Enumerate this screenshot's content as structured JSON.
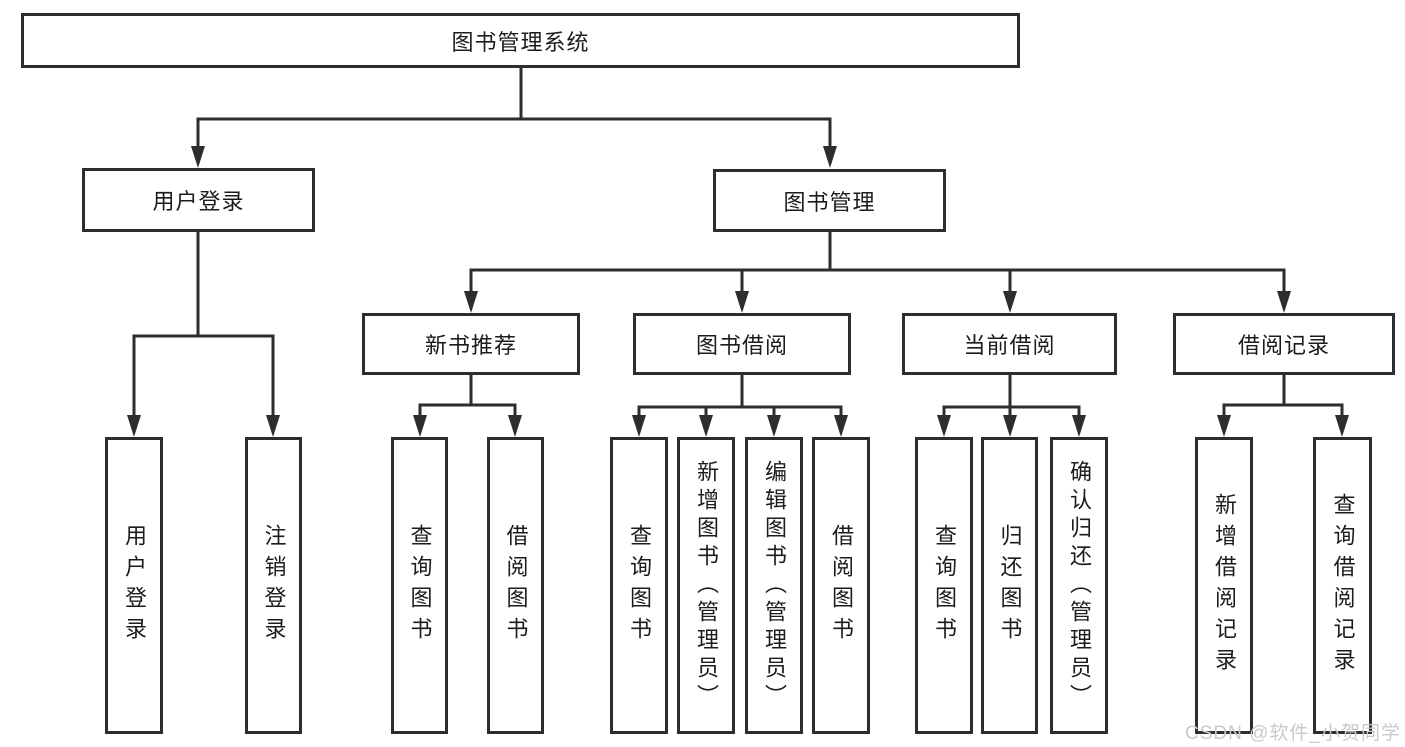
{
  "diagram": {
    "root": {
      "label": "图书管理系统"
    },
    "level2": [
      {
        "label": "用户登录"
      },
      {
        "label": "图书管理"
      }
    ],
    "level3": [
      {
        "label": "新书推荐"
      },
      {
        "label": "图书借阅"
      },
      {
        "label": "当前借阅"
      },
      {
        "label": "借阅记录"
      }
    ],
    "leaves": {
      "user_login": [
        "用户登录",
        "注销登录"
      ],
      "new_book_recommend": [
        "查询图书",
        "借阅图书"
      ],
      "book_borrow": [
        "查询图书",
        "新增图书（管理员）",
        "编辑图书（管理员）",
        "借阅图书"
      ],
      "current_borrow": [
        "查询图书",
        "归还图书",
        "确认归还（管理员）"
      ],
      "borrow_record": [
        "新增借阅记录",
        "查询借阅记录"
      ]
    },
    "watermark": "CSDN @软件_小贺同学",
    "colors": {
      "line": "#2d2d2d",
      "text": "#1c1c1c",
      "box_fill": "#ffffff",
      "watermark": "#c9c9c9"
    }
  }
}
